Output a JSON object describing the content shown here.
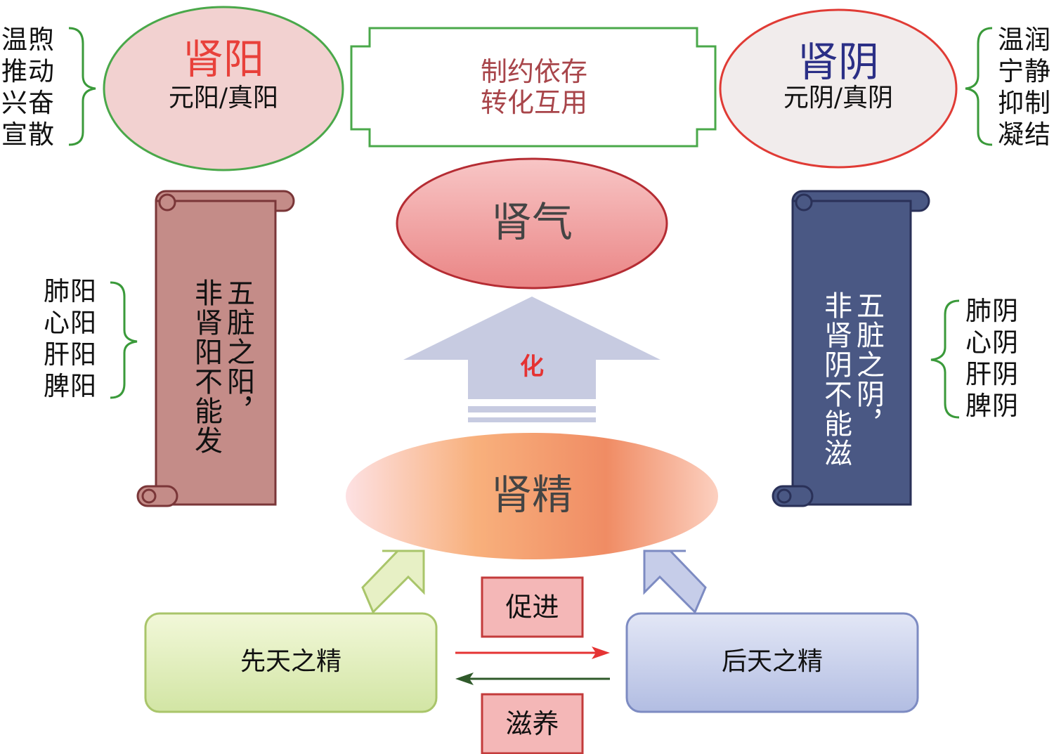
{
  "kidney_yang": {
    "title": "肾阳",
    "subtitle": "元阳/真阳",
    "functions": [
      "温煦",
      "推动",
      "兴奋",
      "宣散"
    ],
    "organ_yang": [
      "肺阳",
      "心阳",
      "肝阳",
      "脾阳"
    ],
    "scroll_text": [
      "五脏之阳，",
      "非肾阳不能发"
    ]
  },
  "relation": {
    "line1": "制约依存",
    "line2": "转化互用"
  },
  "kidney_yin": {
    "title": "肾阴",
    "subtitle": "元阴/真阴",
    "functions": [
      "温润",
      "宁静",
      "抑制",
      "凝结"
    ],
    "organ_yin": [
      "肺阴",
      "心阴",
      "肝阴",
      "脾阴"
    ],
    "scroll_text": [
      "五脏之阴，",
      "非肾阴不能滋"
    ]
  },
  "kidney_qi": {
    "label": "肾气"
  },
  "transform": {
    "label": "化"
  },
  "kidney_essence": {
    "label": "肾精"
  },
  "congenital": {
    "label": "先天之精"
  },
  "acquired": {
    "label": "后天之精"
  },
  "promote": {
    "label": "促进"
  },
  "nourish": {
    "label": "滋养"
  },
  "colors": {
    "yang_red": "#e8403a",
    "yin_blue": "#2b2f86",
    "relation_text": "#a8454a",
    "green_border": "#4aa84a",
    "yang_scroll": "#c48c88",
    "yin_scroll": "#4a5884"
  }
}
